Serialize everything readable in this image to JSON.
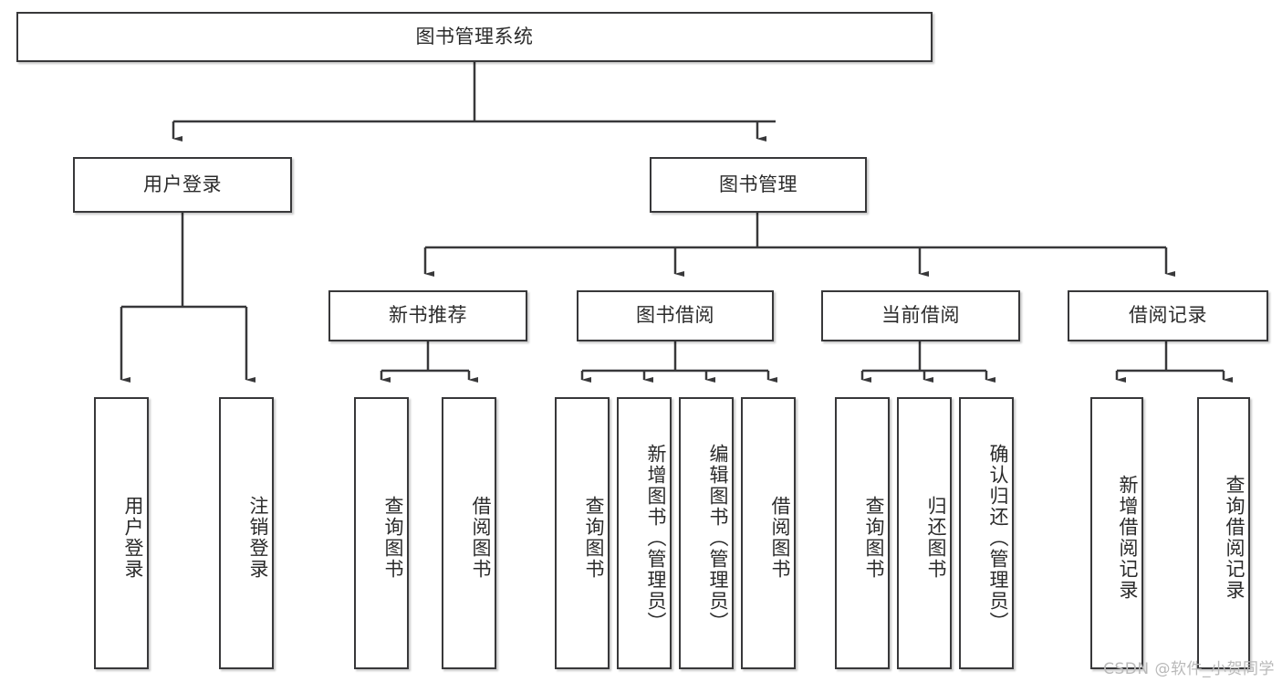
{
  "diagram": {
    "title": "图书管理系统",
    "type": "tree-hierarchy",
    "root": {
      "label": "图书管理系统"
    },
    "level1": [
      {
        "label": "用户登录"
      },
      {
        "label": "图书管理"
      }
    ],
    "level2": [
      {
        "label": "新书推荐",
        "parent": "图书管理"
      },
      {
        "label": "图书借阅",
        "parent": "图书管理"
      },
      {
        "label": "当前借阅",
        "parent": "图书管理"
      },
      {
        "label": "借阅记录",
        "parent": "图书管理"
      }
    ],
    "leaves": {
      "用户登录": [
        {
          "label": "用户登录"
        },
        {
          "label": "注销登录"
        }
      ],
      "新书推荐": [
        {
          "label": "查询图书"
        },
        {
          "label": "借阅图书"
        }
      ],
      "图书借阅": [
        {
          "label": "查询图书"
        },
        {
          "label": "新增图书（管理员）"
        },
        {
          "label": "编辑图书（管理员）"
        },
        {
          "label": "借阅图书"
        }
      ],
      "当前借阅": [
        {
          "label": "查询图书"
        },
        {
          "label": "归还图书"
        },
        {
          "label": "确认归还（管理员）"
        }
      ],
      "借阅记录": [
        {
          "label": "新增借阅记录"
        },
        {
          "label": "查询借阅记录"
        }
      ]
    }
  },
  "watermark": {
    "text": "CSDN @软件_小贺同学"
  },
  "colors": {
    "background": "#ffffff",
    "node_fill": "#ffffff",
    "node_border": "#38383a",
    "text": "#2b2b2b",
    "connector": "#38383a",
    "watermark": "#b9b9b9"
  }
}
